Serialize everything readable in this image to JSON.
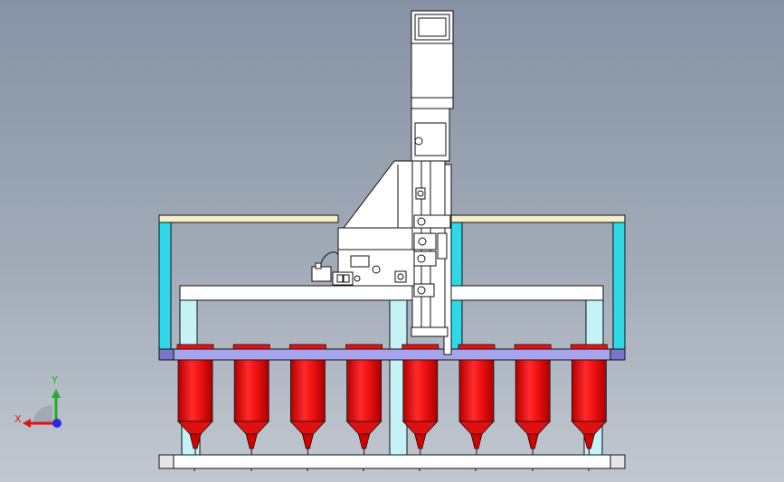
{
  "axes": {
    "x_label": "X",
    "y_label": "Y"
  },
  "colors": {
    "frame_cream": "#f4f0c8",
    "frame_cyan": "#2ed8e6",
    "frame_lightcyan": "#c4f2f6",
    "plate_purple": "#a6a4ea",
    "cartridge_red": "#ee1010",
    "cartridge_dark": "#b30000",
    "part_white": "#ffffff",
    "outline": "#111111",
    "axis_y": "#21b021",
    "axis_x": "#d81818",
    "axis_z": "#2a2ae0"
  },
  "parts": {
    "cartridge_count": 8
  }
}
